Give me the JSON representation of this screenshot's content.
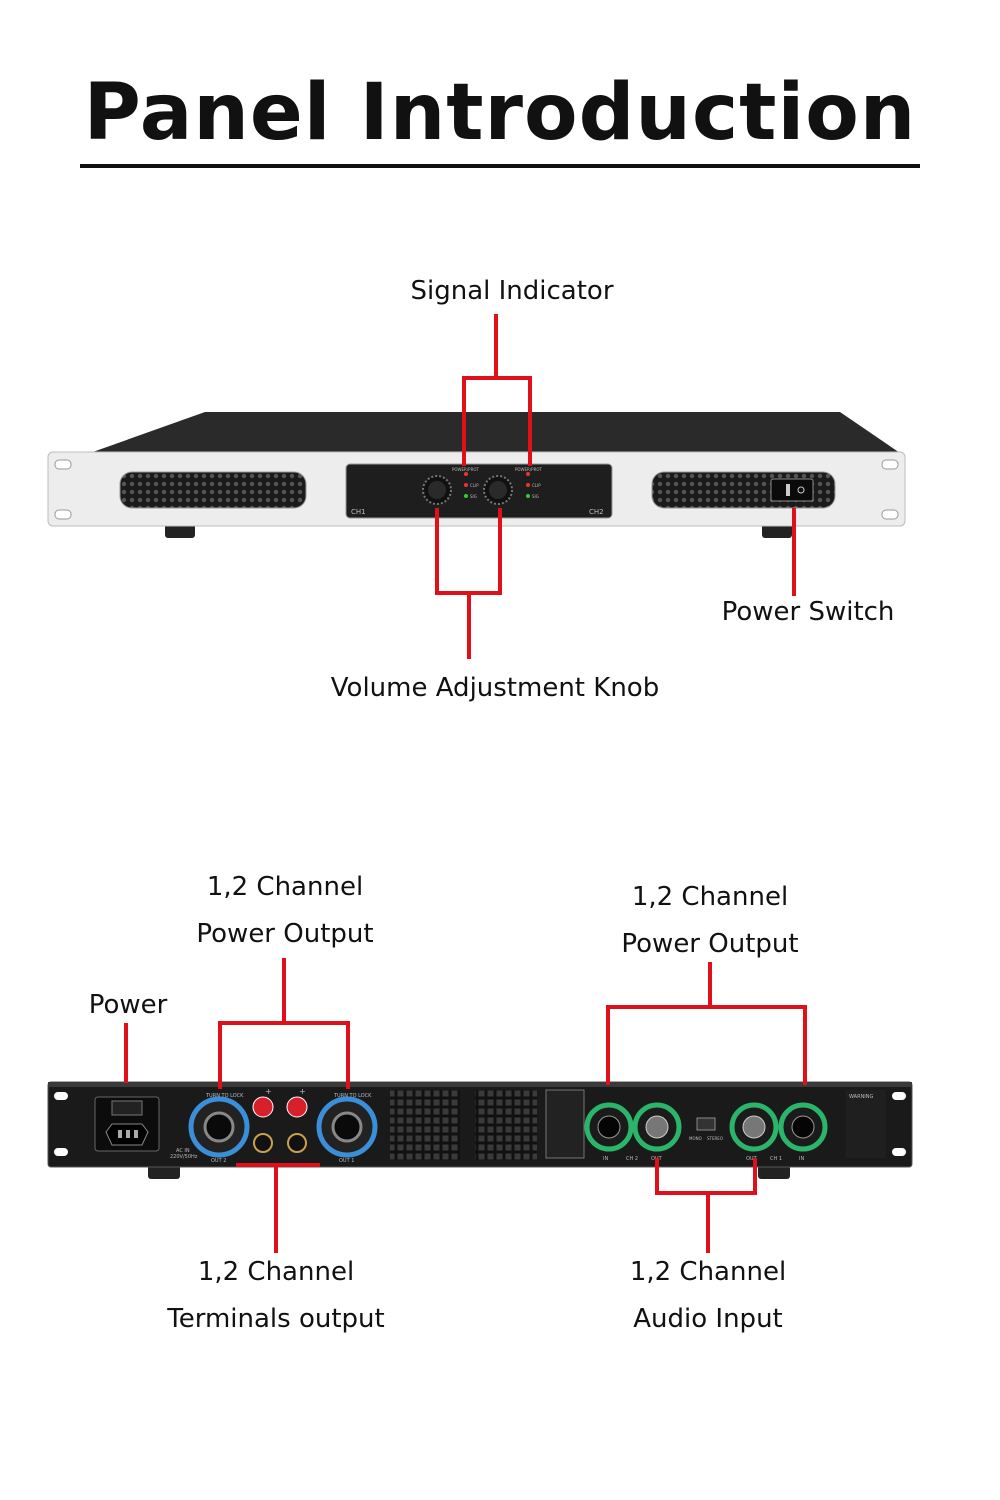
{
  "title": "Panel Introduction",
  "front_panel": {
    "labels": {
      "signal_indicator": "Signal Indicator",
      "volume_knob": "Volume Adjustment Knob",
      "power_switch": "Power Switch"
    },
    "panel_text": {
      "ch1": "CH1",
      "ch2": "CH2",
      "power_prot": "POWER/PROT",
      "clip": "CLIP",
      "sig": "SIG"
    }
  },
  "rear_panel": {
    "labels": {
      "power": "Power",
      "power_output_left": [
        "1,2 Channel",
        "Power Output"
      ],
      "power_output_right": [
        "1,2 Channel",
        "Power Output"
      ],
      "terminals_output": [
        "1,2 Channel",
        "Terminals output"
      ],
      "audio_input": [
        "1,2 Channel",
        "Audio Input"
      ]
    },
    "panel_text": {
      "ac_in": "AC IN",
      "voltage": "220V/50Hz",
      "out2": "OUT 2",
      "out1": "OUT 1",
      "turn_to_lock": "TURN TO LOCK",
      "ch2": "CH 2",
      "ch1": "CH 1",
      "in": "IN",
      "out": "OUT",
      "mono": "MONO",
      "stereo": "STEREO",
      "plus": "+",
      "warning": "WARNING"
    }
  },
  "colors": {
    "leader": "#e0101a",
    "chassis_front": "#eeeeee",
    "chassis_rear": "#1a1a1a",
    "speakon_ring": "#3a8fd8",
    "xlr_ring": "#2bb56a",
    "binding_post": "#d81f2a"
  }
}
